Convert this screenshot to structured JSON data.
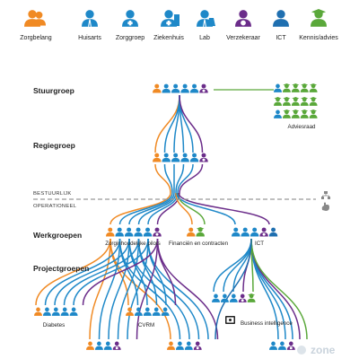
{
  "colors": {
    "zorgbelang": "#f08a24",
    "huisarts": "#1e88c8",
    "zorggroep": "#1e88c8",
    "ziekenhuis": "#1e88c8",
    "lab": "#1e88c8",
    "verzekeraar": "#6b2d8a",
    "ict": "#1f6fb0",
    "kennis": "#5aa83a",
    "divider": "#999999",
    "text": "#222222"
  },
  "legend": [
    {
      "key": "zorgbelang",
      "label": "Zorgbelang",
      "icon": "group-of-people-icon"
    },
    {
      "key": "huisarts",
      "label": "Huisarts",
      "icon": "doctor-icon"
    },
    {
      "key": "zorggroep",
      "label": "Zorggroep",
      "icon": "care-group-icon"
    },
    {
      "key": "ziekenhuis",
      "label": "Ziekenhuis",
      "icon": "hospital-icon"
    },
    {
      "key": "lab",
      "label": "Lab",
      "icon": "lab-icon"
    },
    {
      "key": "verzekeraar",
      "label": "Verzekeraar",
      "icon": "insurer-euro-icon"
    },
    {
      "key": "ict",
      "label": "ICT",
      "icon": "ict-icon"
    },
    {
      "key": "kennis",
      "label": "Kennis/advies",
      "icon": "graduate-icon"
    }
  ],
  "levels": {
    "stuurgroep": "Stuurgroep",
    "regiegroep": "Regiegroep",
    "werkgroepen": "Werkgroepen",
    "projectgroepen": "Projectgroepen"
  },
  "divider": {
    "top": "BESTUURLIJK",
    "bottom": "OPERATIONEEL"
  },
  "nodes": {
    "adviesraad": "Adviesraad",
    "zorginhoudelijke": "Zorginhoudelijke pilots",
    "financien": "Financiën en contracten",
    "ict": "ICT",
    "diabetes": "Diabetes",
    "cvrm": "CVRM",
    "bi": "Business intelligence"
  },
  "watermark": "zone"
}
